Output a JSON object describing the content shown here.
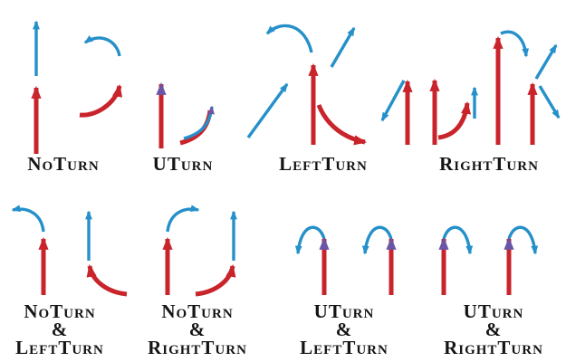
{
  "palette": {
    "red": "#c9242b",
    "blue": "#2590c9",
    "purple": "#6a55a6",
    "background": "#ffffff",
    "label": "#141414"
  },
  "top_labels": [
    {
      "label": "NoTurn"
    },
    {
      "label": "UTurn"
    },
    {
      "label": "LeftTurn"
    },
    {
      "label": "RightTurn"
    }
  ],
  "bottom_labels": [
    {
      "lines": [
        "NoTurn",
        "&",
        "LeftTurn"
      ]
    },
    {
      "lines": [
        "NoTurn",
        "&",
        "RightTurn"
      ]
    },
    {
      "lines": [
        "UTurn",
        "&",
        "LeftTurn"
      ]
    },
    {
      "lines": [
        "UTurn",
        "&",
        "RightTurn"
      ]
    }
  ]
}
